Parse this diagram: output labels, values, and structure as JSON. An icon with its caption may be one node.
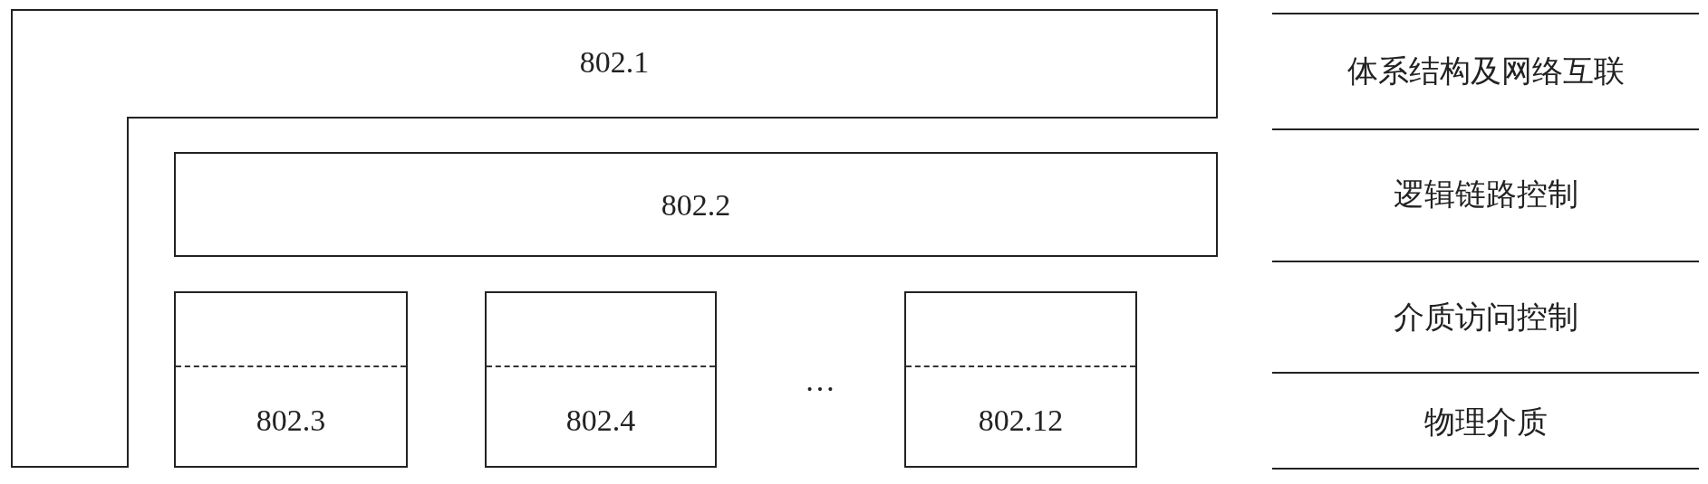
{
  "diagram": {
    "nodes": [
      {
        "text": [
          "802.1"
        ]
      },
      {
        "text": [
          "802.2"
        ]
      },
      {
        "text": [
          "802.3"
        ]
      },
      {
        "text": [
          "802.4"
        ]
      },
      {
        "text": [
          "802.12"
        ]
      }
    ],
    "labels": [
      "…",
      "体系结构及网络互联",
      "逻辑链路控制",
      "介质访问控制",
      "物理介质"
    ]
  }
}
